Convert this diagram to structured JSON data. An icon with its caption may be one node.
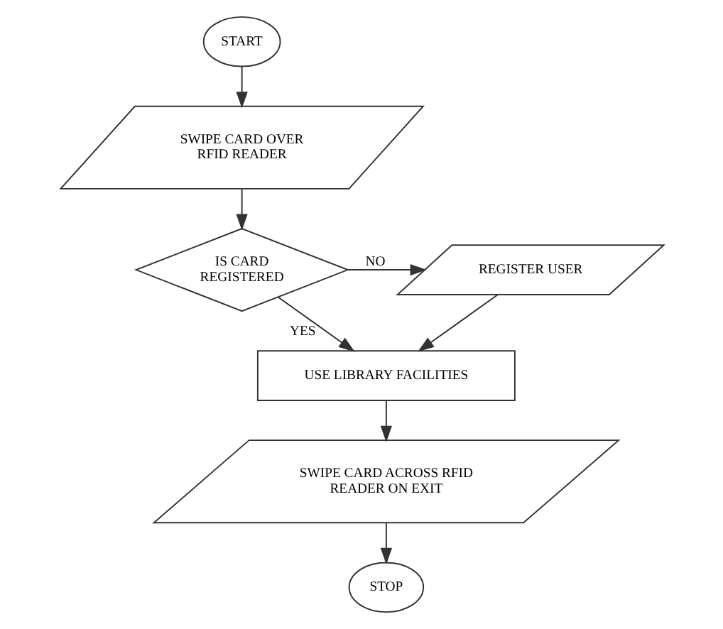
{
  "diagram": {
    "nodes": [
      {
        "text": [
          "START"
        ]
      },
      {
        "text": [
          "SWIPE CARD OVER RFID READER"
        ]
      },
      {
        "text": [
          "IS CARD REGISTERED"
        ]
      },
      {
        "text": [
          "REGISTER USER"
        ]
      },
      {
        "text": [
          "USE LIBRARY FACILITIES"
        ]
      },
      {
        "text": [
          "SWIPE CARD ACROSS RFID READER ON EXIT"
        ]
      },
      {
        "text": [
          "STOP"
        ]
      }
    ],
    "edges": [
      {
        "from": 0,
        "to": 1,
        "arrow": "to"
      },
      {
        "from": 1,
        "to": 2,
        "arrow": "to"
      },
      {
        "from": 2,
        "to": 3,
        "arrow": "to",
        "label": "NO"
      },
      {
        "from": 2,
        "to": 4,
        "arrow": "to",
        "label": "YES"
      },
      {
        "from": 3,
        "to": 4,
        "arrow": "to"
      },
      {
        "from": 4,
        "to": 5,
        "arrow": "to"
      },
      {
        "from": 5,
        "to": 6,
        "arrow": "to"
      }
    ]
  }
}
